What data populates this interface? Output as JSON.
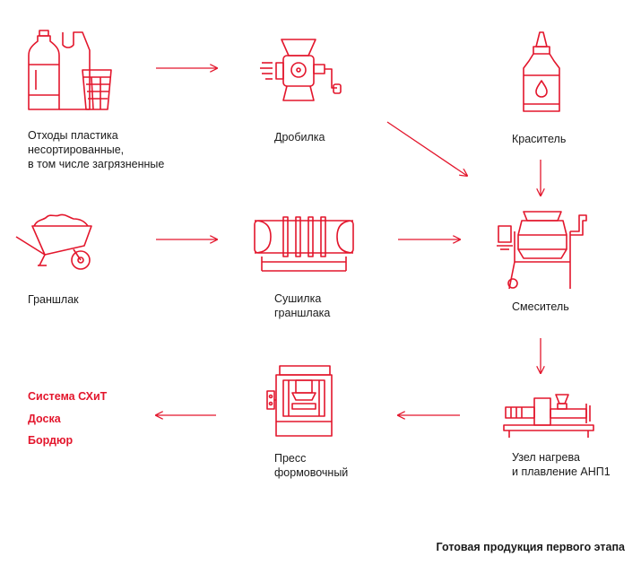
{
  "accent_color": "#e3162c",
  "steps": [
    {
      "id": "waste",
      "label": "Отходы пластика\nнесортированные,\nв том числе загрязненные",
      "icon": "plastic-waste-icon"
    },
    {
      "id": "crusher",
      "label": "Дробилка",
      "icon": "crusher-icon"
    },
    {
      "id": "dye",
      "label": "Краситель",
      "icon": "dye-bottle-icon"
    },
    {
      "id": "slag",
      "label": "Граншлак",
      "icon": "wheelbarrow-icon"
    },
    {
      "id": "dryer",
      "label": "Сушилка\nграншлака",
      "icon": "dryer-icon"
    },
    {
      "id": "mixer",
      "label": "Смеситель",
      "icon": "mixer-icon"
    },
    {
      "id": "heater",
      "label": "Узел нагрева\nи плавление АНП1",
      "icon": "extruder-icon"
    },
    {
      "id": "press",
      "label": "Пресс\nформовочный",
      "icon": "press-icon"
    }
  ],
  "products": [
    "Система СХиТ",
    "Доска",
    "Бордюр"
  ],
  "footer": "Готовая продукция первого этапа"
}
